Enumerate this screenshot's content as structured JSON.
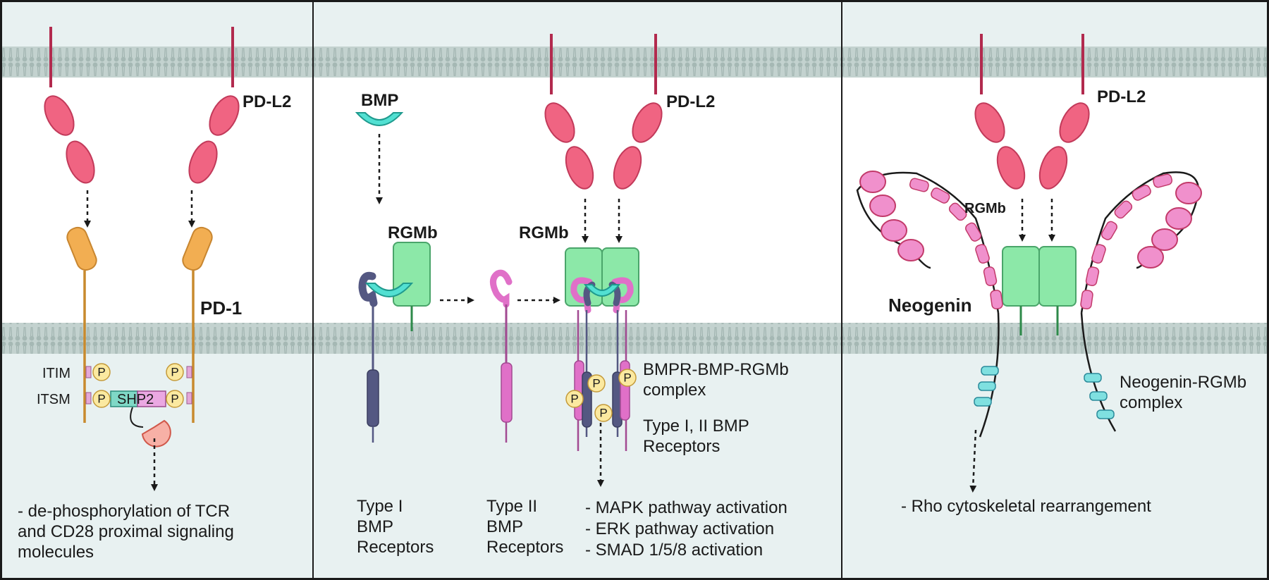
{
  "colors": {
    "background_extracellular": "#ffffff",
    "background_intracellular": "#e8f1f1",
    "membrane": "#b9c9c6",
    "pd_l2": "#f06482",
    "pd_1": "#f2ae52",
    "rgmb": "#8ce8a8",
    "bmp": "#52e0d2",
    "type1_receptor": "#545882",
    "type2_receptor": "#e070c8",
    "neogenin": "#f090cc",
    "phospho": "#fbe9a0",
    "shp2": "#7fd8c6"
  },
  "panel1": {
    "pd_l2_label": "PD-L2",
    "pd_1_label": "PD-1",
    "itim_label": "ITIM",
    "itsm_label": "ITSM",
    "shp2_label": "SHP2",
    "phospho_label": "P",
    "outcome_line1": "- de-phosphorylation of TCR",
    "outcome_line2": "and CD28 proximal signaling",
    "outcome_line3": "molecules"
  },
  "panel2": {
    "bmp_label": "BMP",
    "rgmb_label_left": "RGMb",
    "rgmb_label_right": "RGMb",
    "pd_l2_label": "PD-L2",
    "complex_label_line1": "BMPR-BMP-RGMb",
    "complex_label_line2": "complex",
    "receptors_label_line1": "Type I, II BMP",
    "receptors_label_line2": "Receptors",
    "type1_line1": "Type I",
    "type1_line2": "BMP",
    "type1_line3": "Receptors",
    "type2_line1": "Type II",
    "type2_line2": "BMP",
    "type2_line3": "Receptors",
    "outcome_line1": "- MAPK pathway activation",
    "outcome_line2": "- ERK pathway activation",
    "outcome_line3": "- SMAD 1/5/8 activation",
    "phospho_label": "P"
  },
  "panel3": {
    "pd_l2_label": "PD-L2",
    "rgmb_label": "RGMb",
    "neogenin_label": "Neogenin",
    "complex_label_line1": "Neogenin-RGMb",
    "complex_label_line2": "complex",
    "outcome_line1": "- Rho cytoskeletal rearrangement"
  }
}
